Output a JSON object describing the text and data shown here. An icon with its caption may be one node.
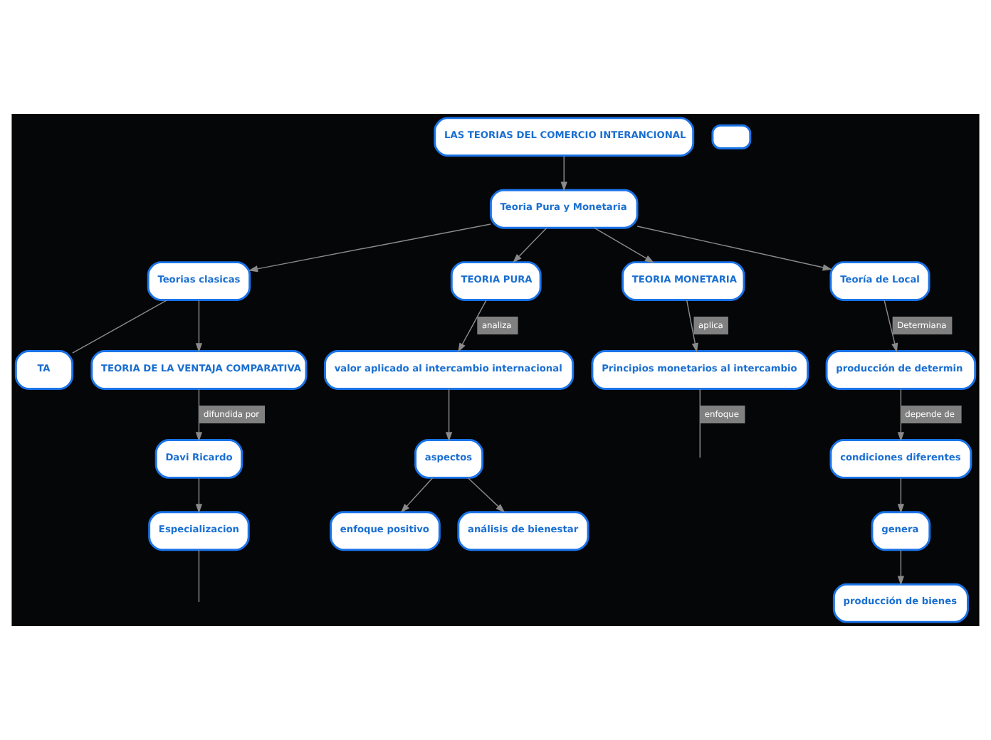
{
  "diagram": {
    "nodes": [
      {
        "text": [
          "LAS TEORIAS DEL COMERCIO INTERANCIONAL"
        ]
      },
      {
        "text": [
          "Teoria Pura y Monetaria"
        ]
      },
      {
        "text": [
          "Teorias clasicas"
        ]
      },
      {
        "text": [
          "TA"
        ]
      },
      {
        "text": [
          "TEORIA DE LA VENTAJA COMPARATIVA"
        ]
      },
      {
        "text": [
          "Davi Ricardo"
        ]
      },
      {
        "text": [
          "Especializacion"
        ]
      },
      {
        "text": [
          "TEORIA PURA"
        ]
      },
      {
        "text": [
          "valor aplicado al intercambio internacional"
        ]
      },
      {
        "text": [
          "aspectos"
        ]
      },
      {
        "text": [
          "enfoque positivo"
        ]
      },
      {
        "text": [
          "análisis de bienestar"
        ]
      },
      {
        "text": [
          "TEORIA MONETARIA"
        ]
      },
      {
        "text": [
          "Principios monetarios al intercambio"
        ]
      },
      {
        "text": [
          "Teoría de Local"
        ]
      },
      {
        "text": [
          "producción de determin"
        ]
      },
      {
        "text": [
          "condiciones diferentes"
        ]
      },
      {
        "text": [
          "genera"
        ]
      },
      {
        "text": [
          "producción de bienes"
        ]
      },
      {
        "text": [],
        "shape": "box"
      }
    ],
    "edges": [
      {
        "from": 0,
        "to": 1,
        "arrow": "to"
      },
      {
        "from": 1,
        "to": 2,
        "arrow": "to"
      },
      {
        "from": 2,
        "to": 3,
        "arrow": "none"
      },
      {
        "from": 2,
        "to": 4,
        "arrow": "to"
      },
      {
        "from": 4,
        "to": 5,
        "arrow": "to",
        "label": "difundida por"
      },
      {
        "from": 5,
        "to": 6,
        "arrow": "to"
      },
      {
        "from": 6,
        "to": null,
        "arrow": "none"
      },
      {
        "from": 1,
        "to": 7,
        "arrow": "to"
      },
      {
        "from": 7,
        "to": 8,
        "arrow": "to",
        "label": "analiza"
      },
      {
        "from": 8,
        "to": 9,
        "arrow": "to"
      },
      {
        "from": 9,
        "to": 10,
        "arrow": "to"
      },
      {
        "from": 9,
        "to": 11,
        "arrow": "to"
      },
      {
        "from": 1,
        "to": 12,
        "arrow": "to"
      },
      {
        "from": 12,
        "to": 13,
        "arrow": "to",
        "label": "aplica"
      },
      {
        "from": 13,
        "to": null,
        "arrow": "none",
        "label": "enfoque"
      },
      {
        "from": 1,
        "to": 14,
        "arrow": "to"
      },
      {
        "from": 14,
        "to": 15,
        "arrow": "to",
        "label": "Determiana"
      },
      {
        "from": 15,
        "to": 16,
        "arrow": "to",
        "label": "depende de"
      },
      {
        "from": 16,
        "to": 17,
        "arrow": "to"
      },
      {
        "from": 17,
        "to": 18,
        "arrow": "to"
      }
    ]
  }
}
